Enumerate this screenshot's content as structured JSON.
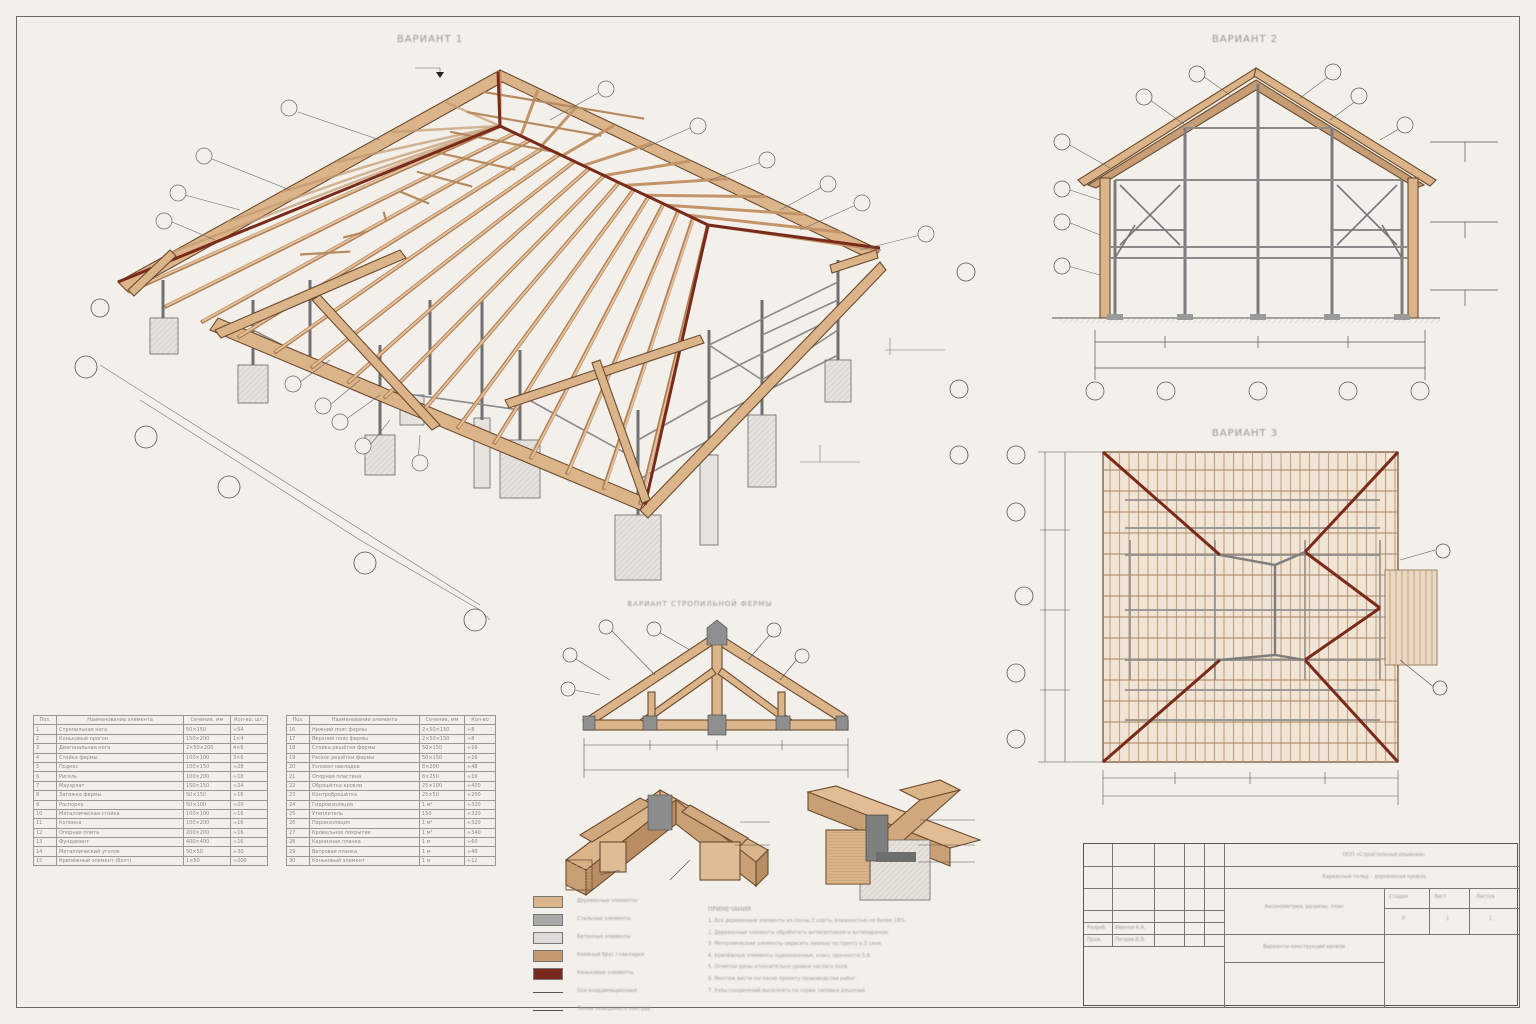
{
  "titles": {
    "variant1": "ВАРИАНТ 1",
    "variant2": "ВАРИАНТ 2",
    "variant3": "ВАРИАНТ 3",
    "truss": "ВАРИАНТ СТРОПИЛЬНОЙ ФЕРМЫ"
  },
  "colors": {
    "wood": "#dcb48a",
    "wood_dark": "#8a5e3a",
    "ridge": "#7a2a1a",
    "steel": "#8f8f8f",
    "paper": "#f3f0eb",
    "line": "#4a4845"
  },
  "spec_table_left": {
    "headers": [
      "Поз.",
      "Наименование элемента",
      "Сечение, мм",
      "Кол-во, шт."
    ],
    "rows": [
      [
        "1",
        "Стропильная нога",
        "50×150",
        "≈54"
      ],
      [
        "2",
        "Коньковый прогон",
        "150×200",
        "1×4"
      ],
      [
        "3",
        "Диагональная нога",
        "2×50×200",
        "4×6"
      ],
      [
        "4",
        "Стойка фермы",
        "100×100",
        "3×6"
      ],
      [
        "5",
        "Подкос",
        "100×150",
        "≈28"
      ],
      [
        "6",
        "Ригель",
        "100×200",
        "≈18"
      ],
      [
        "7",
        "Мауэрлат",
        "150×150",
        "≈24"
      ],
      [
        "8",
        "Затяжка фермы",
        "50×150",
        "≈16"
      ],
      [
        "9",
        "Распорка",
        "50×100",
        "≈20"
      ],
      [
        "10",
        "Металлическая стойка",
        "100×100",
        "≈16"
      ],
      [
        "11",
        "Колонна",
        "100×200",
        "≈16"
      ],
      [
        "12",
        "Опорная плита",
        "200×200",
        "≈16"
      ],
      [
        "13",
        "Фундамент",
        "400×400",
        "≈16"
      ],
      [
        "14",
        "Металлический уголок",
        "50×50",
        "≈30"
      ],
      [
        "15",
        "Крепёжный элемент (болт)",
        "1×50",
        "≈200"
      ]
    ]
  },
  "spec_table_right": {
    "headers": [
      "Поз.",
      "Наименование элемента",
      "Сечение, мм",
      "Кол-во"
    ],
    "rows": [
      [
        "16",
        "Нижний пояс фермы",
        "2×50×150",
        "≈8"
      ],
      [
        "17",
        "Верхний пояс фермы",
        "2×50×150",
        "≈8"
      ],
      [
        "18",
        "Стойка решётки фермы",
        "50×150",
        "≈16"
      ],
      [
        "19",
        "Раскос решётки фермы",
        "50×150",
        "≈16"
      ],
      [
        "20",
        "Узловая накладка",
        "8×200",
        "≈48"
      ],
      [
        "21",
        "Опорная пластина",
        "8×250",
        "≈16"
      ],
      [
        "22",
        "Обрешётка кровли",
        "25×100",
        "≈400"
      ],
      [
        "23",
        "Контробрешётка",
        "25×50",
        "≈200"
      ],
      [
        "24",
        "Гидроизоляция",
        "1 м²",
        "≈320"
      ],
      [
        "25",
        "Утеплитель",
        "150",
        "≈320"
      ],
      [
        "26",
        "Пароизоляция",
        "1 м²",
        "≈320"
      ],
      [
        "27",
        "Кровельное покрытие",
        "1 м²",
        "≈340"
      ],
      [
        "28",
        "Карнизная планка",
        "1 м",
        "≈60"
      ],
      [
        "29",
        "Ветровая планка",
        "1 м",
        "≈40"
      ],
      [
        "30",
        "Коньковый элемент",
        "1 м",
        "≈12"
      ]
    ]
  },
  "legend": [
    {
      "type": "swatch",
      "color": "#dcb48a",
      "label": "Деревянные элементы"
    },
    {
      "type": "swatch",
      "color": "#a9a9a9",
      "label": "Стальные элементы"
    },
    {
      "type": "swatch",
      "color": "#dedcd8",
      "label": "Бетонные элементы"
    },
    {
      "type": "swatch",
      "color": "#c89a72",
      "label": "Клеёный брус / накладки"
    },
    {
      "type": "swatch",
      "color": "#7a2a1a",
      "label": "Коньковые элементы"
    },
    {
      "type": "line",
      "label": "Оси координационные"
    },
    {
      "type": "line",
      "label": "Линии невидимого контура"
    }
  ],
  "notes": {
    "heading": "ПРИМЕЧАНИЯ",
    "items": [
      "1. Все деревянные элементы из сосны 2 сорта, влажностью не более 18%.",
      "2. Деревянные элементы обработать антисептиком и антипиреном.",
      "3. Металлические элементы окрасить эмалью по грунту в 2 слоя.",
      "4. Крепёжные элементы оцинкованные, класс прочности 5.8.",
      "5. Отметки даны относительно уровня чистого пола.",
      "6. Монтаж вести согласно проекту производства работ.",
      "7. Узлы соединений выполнять по серии типовых решений."
    ]
  },
  "title_block": {
    "org": "ООО «Строительные решения»",
    "project": "Каркасный склад – деревянная кровля",
    "sheet_name": "Варианты конструкций кровли",
    "stage": "Р",
    "sheet": "1",
    "sheets": "1",
    "drawing": "Аксонометрия, разрезы, план",
    "rows": [
      [
        "Разраб.",
        "Иванов А.А.",
        "",
        ""
      ],
      [
        "Пров.",
        "Петров В.В.",
        "",
        ""
      ]
    ],
    "cols": [
      "Стадия",
      "Лист",
      "Листов"
    ]
  }
}
